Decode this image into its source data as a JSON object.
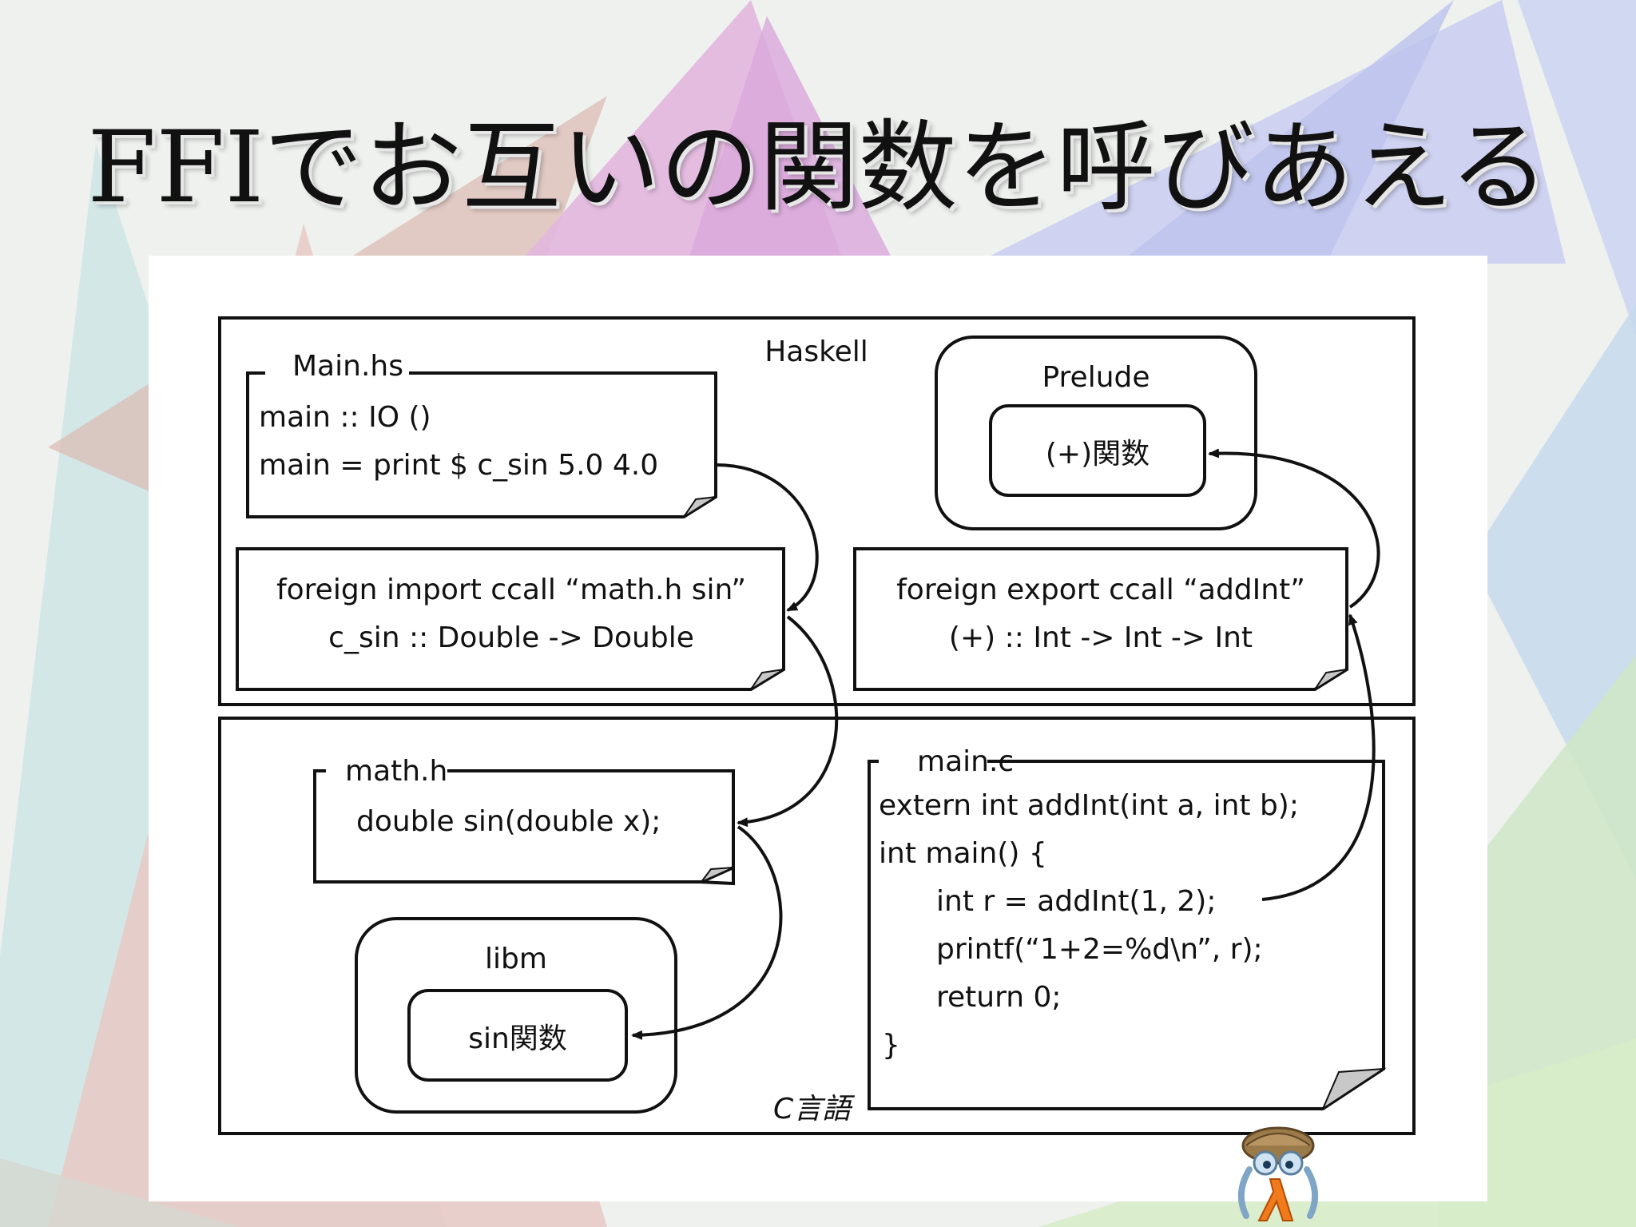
{
  "slide": {
    "title": "FFIでお互いの関数を呼びあえる"
  },
  "diagram": {
    "haskell_region": {
      "label": "Haskell",
      "main_hs": {
        "tab": "Main.hs",
        "lines": [
          "main :: IO ()",
          "main = print $ c_sin 5.0 4.0"
        ]
      },
      "prelude": {
        "label": "Prelude",
        "function": "(+)関数"
      },
      "foreign_import": {
        "lines": [
          "foreign import ccall “math.h sin”",
          "c_sin :: Double -> Double"
        ]
      },
      "foreign_export": {
        "lines": [
          "foreign export ccall “addInt”",
          "(+) :: Int -> Int -> Int"
        ]
      }
    },
    "c_region": {
      "label": "C言語",
      "math_h": {
        "tab": "math.h",
        "lines": [
          "double sin(double x);"
        ]
      },
      "libm": {
        "label": "libm",
        "function": "sin関数"
      },
      "main_c": {
        "tab": "main.c",
        "lines": [
          "extern int addInt(int a, int b);",
          "int main() {",
          "int r = addInt(1, 2);",
          "printf(“1+2=%d\\n”, r);",
          "return 0;",
          "}"
        ]
      }
    }
  },
  "colors": {
    "line": "#111111",
    "fold": "#c8c8c8",
    "panel": "#ffffff",
    "title_text": "#111111"
  },
  "icons": {
    "mascot": "hermit-crab-lambda-icon"
  }
}
